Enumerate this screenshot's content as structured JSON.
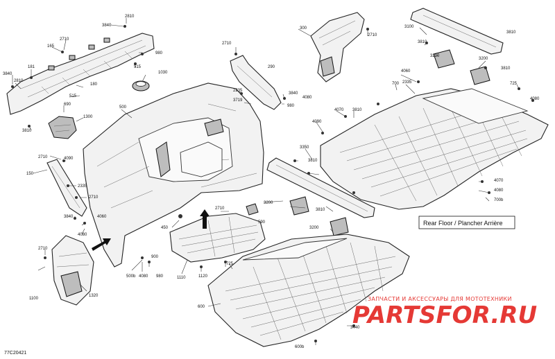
{
  "diagram": {
    "reference_code": "77C20421",
    "floor_label": "Rear Floor / Plancher Arrière",
    "watermark": {
      "tagline": "ЗАПЧАСТИ И АКСЕССУАРЫ ДЛЯ МОТОТЕХНИКИ",
      "brand": "PARTSFOR.RU"
    },
    "callouts": [
      {
        "id": "c3840a",
        "text": "3840"
      },
      {
        "id": "c2810",
        "text": "2810"
      },
      {
        "id": "c2710a",
        "text": "2710"
      },
      {
        "id": "c165",
        "text": "165"
      },
      {
        "id": "c3840b",
        "text": "3840"
      },
      {
        "id": "c181",
        "text": "181"
      },
      {
        "id": "c2810b",
        "text": "2810"
      },
      {
        "id": "c515a",
        "text": "515"
      },
      {
        "id": "c180",
        "text": "180"
      },
      {
        "id": "c515b",
        "text": "515"
      },
      {
        "id": "c980a",
        "text": "980"
      },
      {
        "id": "c1030",
        "text": "1030"
      },
      {
        "id": "c690",
        "text": "690"
      },
      {
        "id": "c1300",
        "text": "1300"
      },
      {
        "id": "c3810a",
        "text": "3810"
      },
      {
        "id": "c500",
        "text": "500"
      },
      {
        "id": "c2710b",
        "text": "2710"
      },
      {
        "id": "c4090",
        "text": "4090"
      },
      {
        "id": "c150",
        "text": "150"
      },
      {
        "id": "c2335a",
        "text": "2335"
      },
      {
        "id": "c2710c",
        "text": "2710"
      },
      {
        "id": "c3840c",
        "text": "3840"
      },
      {
        "id": "c4080a",
        "text": "4080"
      },
      {
        "id": "c4060",
        "text": "4060"
      },
      {
        "id": "c2710d",
        "text": "2710"
      },
      {
        "id": "c1100",
        "text": "1100"
      },
      {
        "id": "c1320",
        "text": "1320"
      },
      {
        "id": "c450",
        "text": "450"
      },
      {
        "id": "c900",
        "text": "900"
      },
      {
        "id": "c500b",
        "text": "500b"
      },
      {
        "id": "c4080b",
        "text": "4080"
      },
      {
        "id": "c980b",
        "text": "980"
      },
      {
        "id": "c1110",
        "text": "1110"
      },
      {
        "id": "c1120",
        "text": "1120"
      },
      {
        "id": "c725a",
        "text": "725"
      },
      {
        "id": "c2710e",
        "text": "2710"
      },
      {
        "id": "c590",
        "text": "590"
      },
      {
        "id": "c2710f",
        "text": "2710"
      },
      {
        "id": "c290",
        "text": "290"
      },
      {
        "id": "c2335b",
        "text": "2335"
      },
      {
        "id": "c3719",
        "text": "3719"
      },
      {
        "id": "c3840d",
        "text": "3840"
      },
      {
        "id": "c4080c",
        "text": "4080"
      },
      {
        "id": "c980c",
        "text": "980"
      },
      {
        "id": "c300",
        "text": "300"
      },
      {
        "id": "c2710g",
        "text": "2710"
      },
      {
        "id": "c3100",
        "text": "3100"
      },
      {
        "id": "c3810b",
        "text": "3810"
      },
      {
        "id": "c3810c",
        "text": "3810"
      },
      {
        "id": "c3200a",
        "text": "3200"
      },
      {
        "id": "c3200b",
        "text": "3200"
      },
      {
        "id": "c3810d",
        "text": "3810"
      },
      {
        "id": "c4060b",
        "text": "4060"
      },
      {
        "id": "c700",
        "text": "700"
      },
      {
        "id": "c2335c",
        "text": "2335"
      },
      {
        "id": "c725b",
        "text": "725"
      },
      {
        "id": "c4080d",
        "text": "4080"
      },
      {
        "id": "c4070a",
        "text": "4070"
      },
      {
        "id": "c3810e",
        "text": "3810"
      },
      {
        "id": "c4090b",
        "text": "4090"
      },
      {
        "id": "c3350",
        "text": "3350"
      },
      {
        "id": "c3810f",
        "text": "3810"
      },
      {
        "id": "c4070b",
        "text": "4070"
      },
      {
        "id": "c4080e",
        "text": "4080"
      },
      {
        "id": "c700b",
        "text": "700b"
      },
      {
        "id": "c3200c",
        "text": "3200"
      },
      {
        "id": "c3810g",
        "text": "3810"
      },
      {
        "id": "c3200d",
        "text": "3200"
      },
      {
        "id": "c600",
        "text": "600"
      },
      {
        "id": "c3440",
        "text": "3440"
      },
      {
        "id": "c600b",
        "text": "600b"
      }
    ]
  }
}
